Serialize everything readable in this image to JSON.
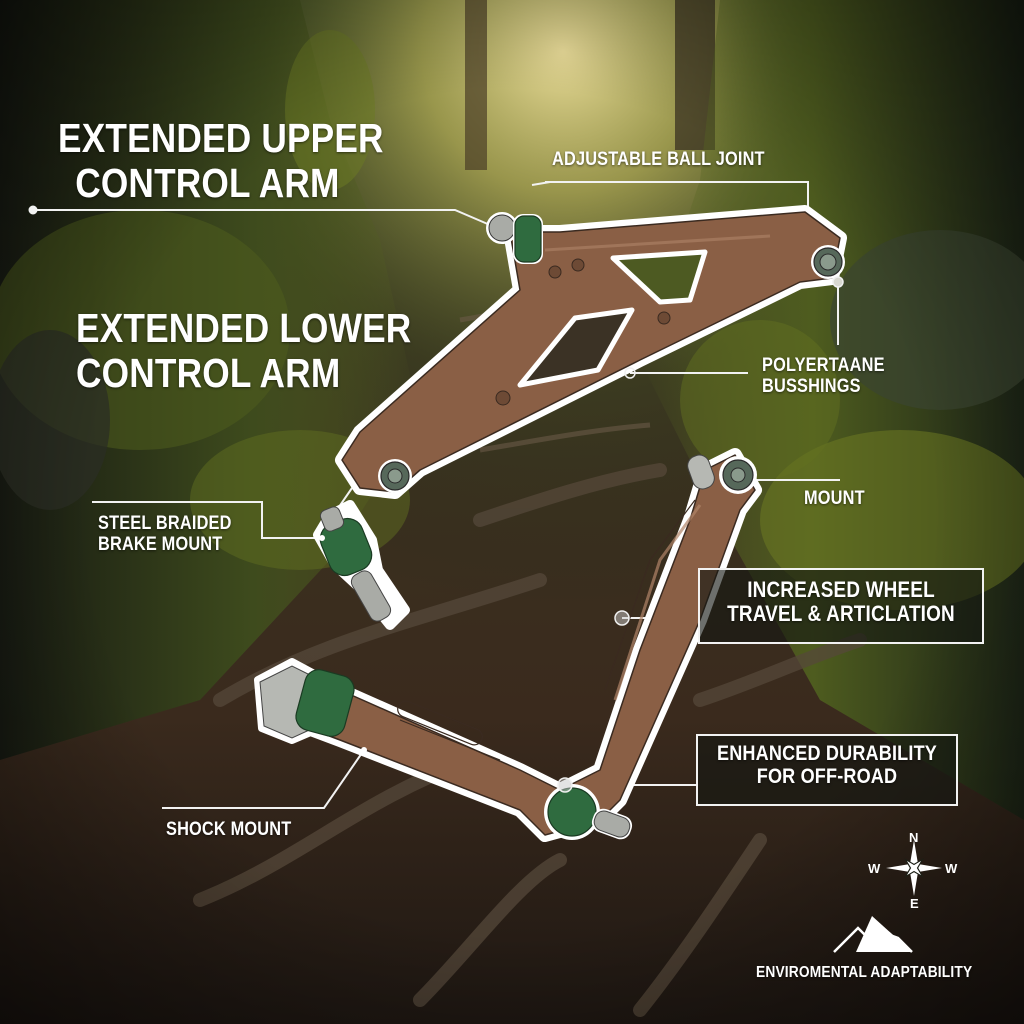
{
  "title_labels": {
    "upper_arm": [
      "EXTENDED UPPER",
      "CONTROL ARM"
    ],
    "lower_arm": [
      "EXTENDED LOWER",
      "CONTROL ARM"
    ]
  },
  "callouts": {
    "ball_joint": "ADJUSTABLE BALL JOINT",
    "bushings": [
      "POLYERTAANE",
      "BUSSHINGS"
    ],
    "brake_mount": [
      "STEEL BRAIDED",
      "BRAKE MOUNT"
    ],
    "mount": "MOUNT",
    "wheel_travel": [
      "INCREASED WHEEL",
      "TRAVEL & ARTICLATION"
    ],
    "durability": [
      "ENHANCED DURABILITY",
      "FOR OFF-ROAD"
    ],
    "shock_mount": "SHOCK MOUNT",
    "environmental": "ENVIROMENTAL ADAPTABILITY"
  },
  "compass": {
    "north": "N",
    "south": "E",
    "west": "W",
    "east": "W"
  },
  "icons": {
    "compass": "compass-rose-icon",
    "mountain": "mountain-icon"
  },
  "colors": {
    "arm_fill": "#8a5f45",
    "arm_dark": "#5b3c2a",
    "bushing_green": "#2f6b3f",
    "metal_gray": "#a9aba6",
    "outline_white": "#ffffff",
    "moss": "#5d6a22",
    "forest_dark": "#1c2014",
    "sun_glow": "#e8d48a"
  }
}
